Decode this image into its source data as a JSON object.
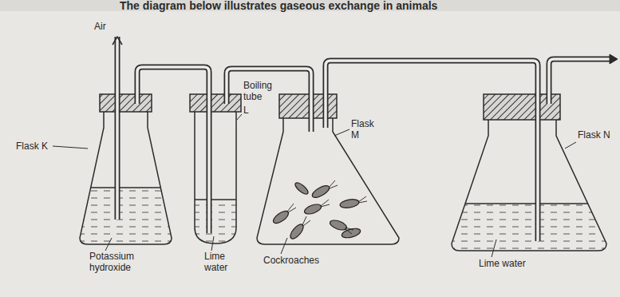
{
  "diagram": {
    "title": "The diagram below illustrates gaseous exchange in animals",
    "labels": [
      "Air",
      "Flask K",
      "Boiling tube",
      "L",
      "Flask M",
      "Potassium hydroxide",
      "Lime water",
      "Cockroaches",
      "Lime water",
      "Flask N"
    ]
  }
}
